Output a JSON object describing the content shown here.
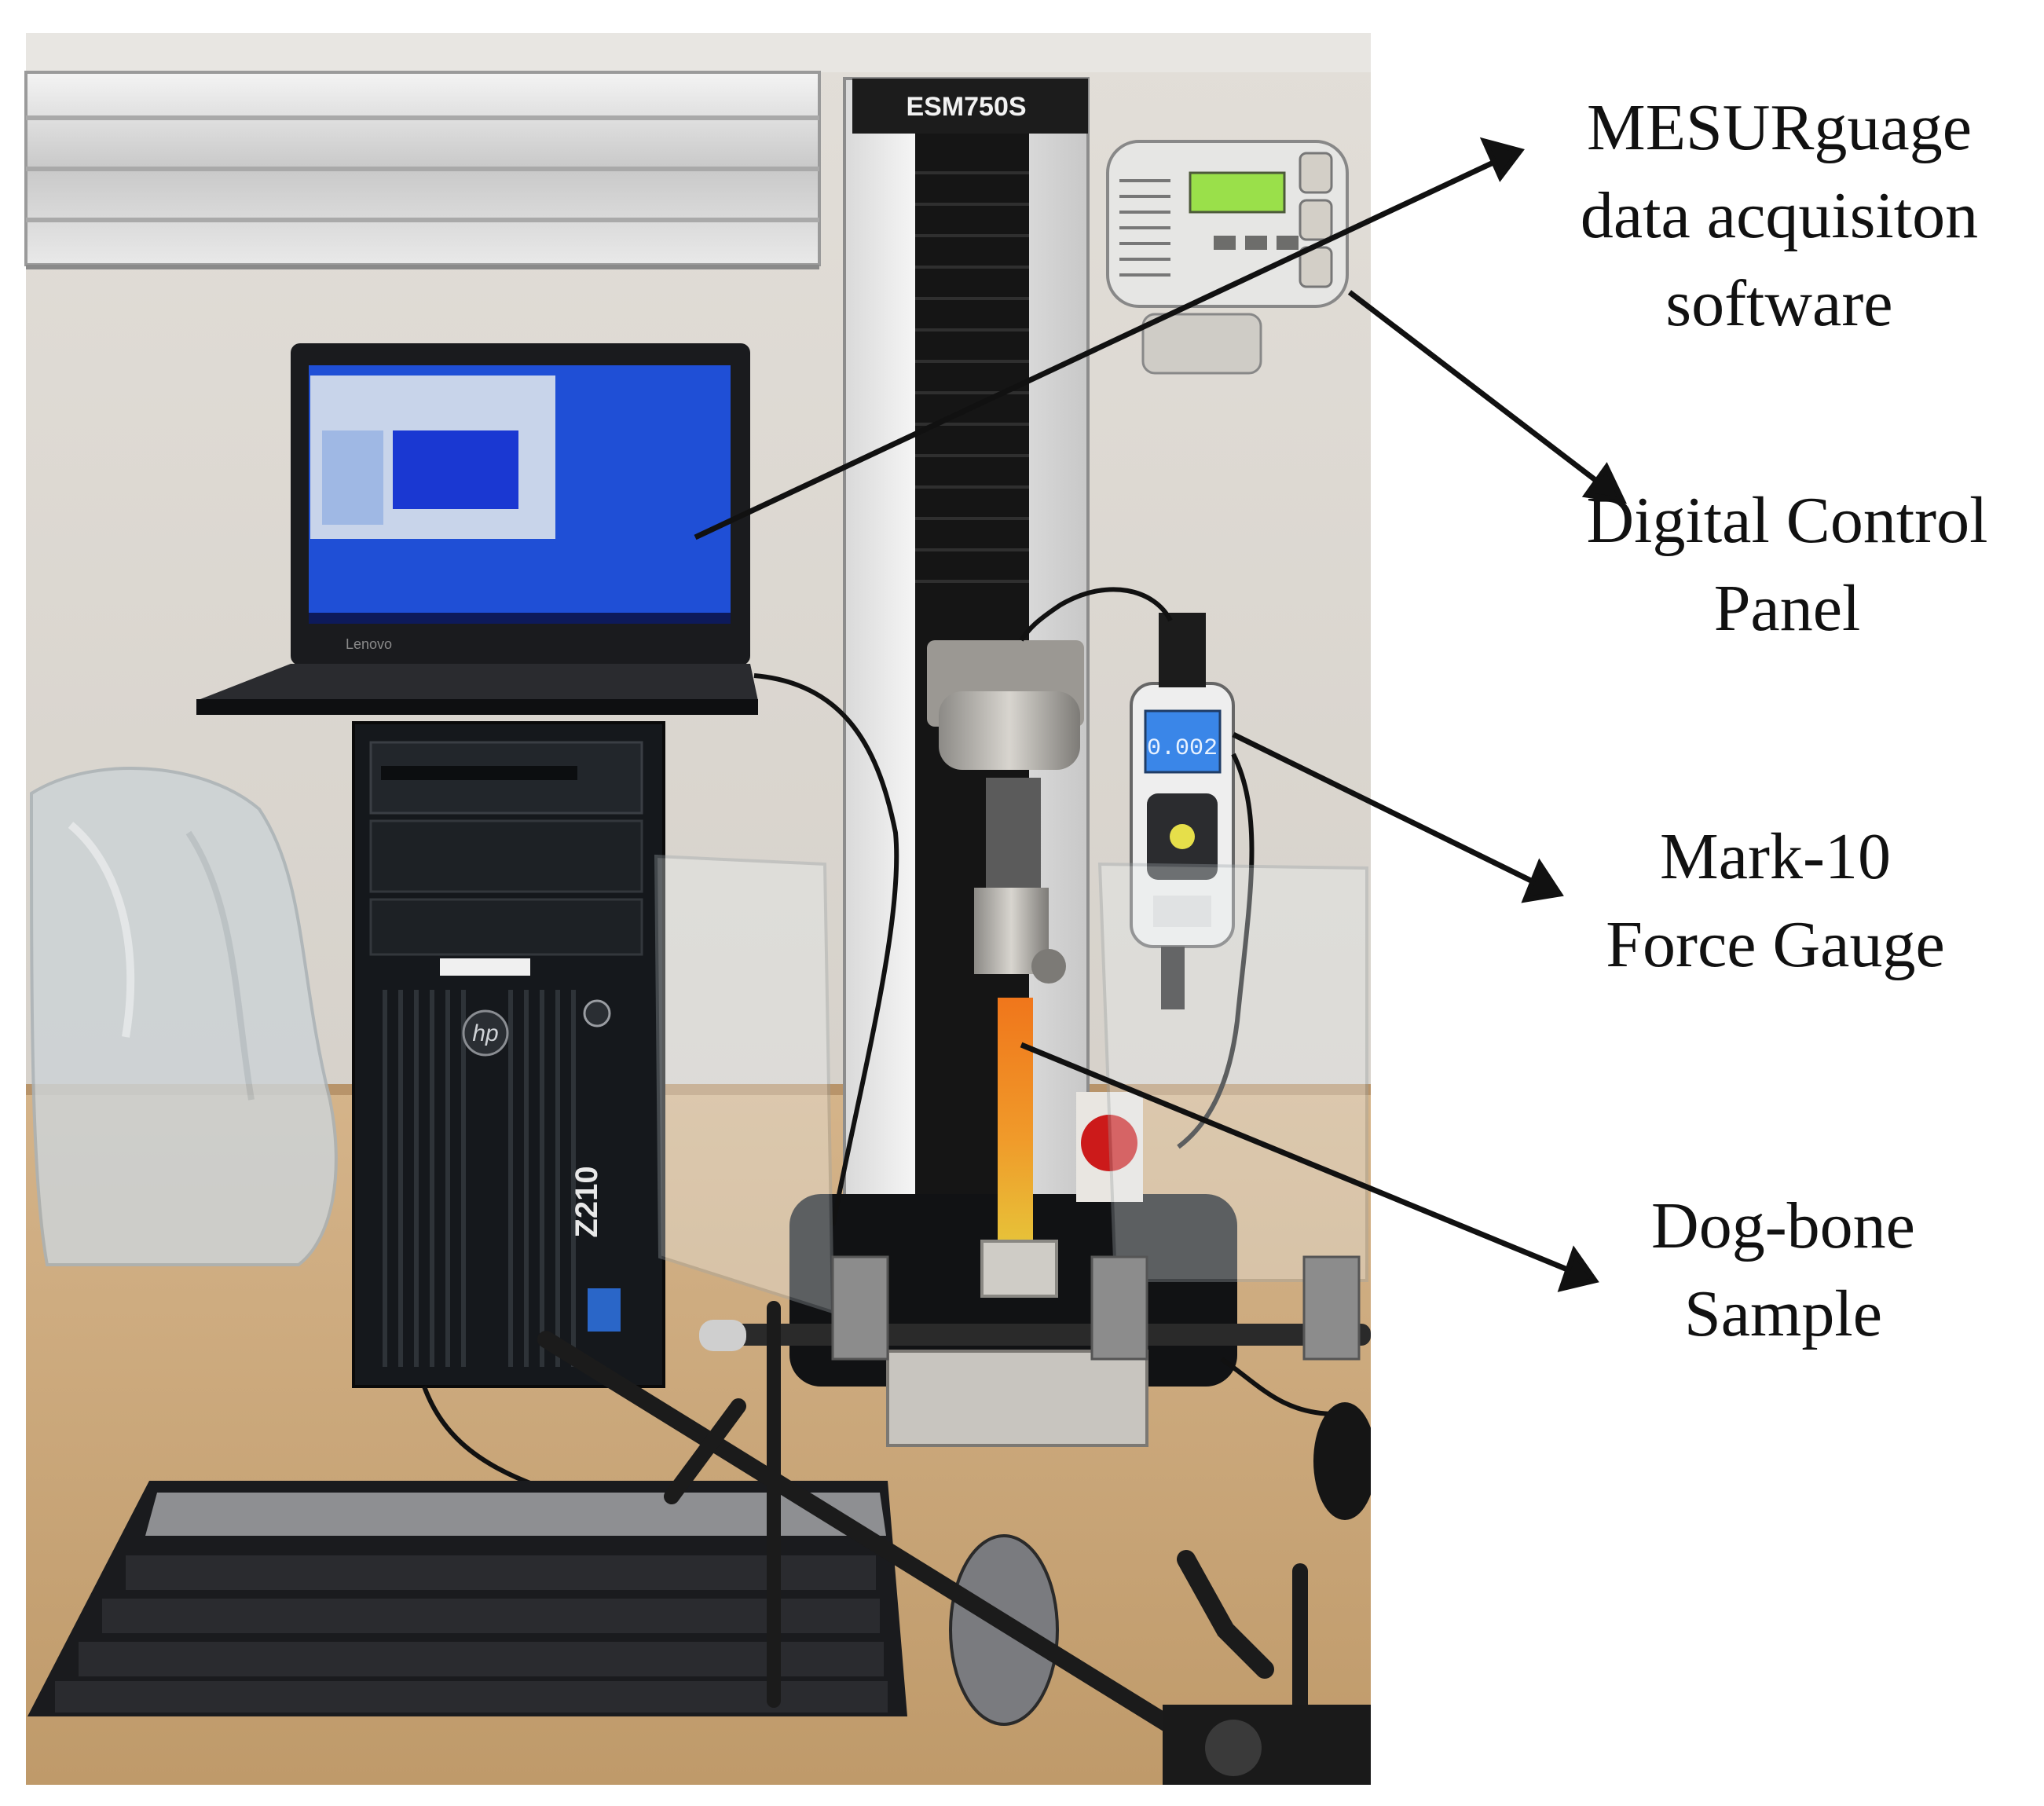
{
  "figure": {
    "photo_description_alt": "",
    "callouts": [
      {
        "id": "mesurgauge",
        "text": "MESURguage\ndata acquisiton\nsoftware"
      },
      {
        "id": "control-panel",
        "text": "Digital Control\nPanel"
      },
      {
        "id": "force-gauge",
        "text": "Mark-10\nForce Gauge"
      },
      {
        "id": "dog-bone",
        "text": "Dog-bone\nSample"
      }
    ],
    "photo_texts": {
      "tester_model": "ESM750S",
      "laptop_brand": "Lenovo",
      "pc_model": "Z210",
      "pc_brand": "hp",
      "gauge_reading": "0.002"
    },
    "colors": {
      "screen_blue": "#1f4fd6",
      "sample_orange": "#f07a1a",
      "sample_yellow": "#e6c23a",
      "estop_red": "#cc1a1a",
      "gauge_lcd": "#3a86e8",
      "panel_lcd": "#9ae04a",
      "bench_wood": "#c9a77c",
      "wall": "#dad6cf"
    }
  }
}
